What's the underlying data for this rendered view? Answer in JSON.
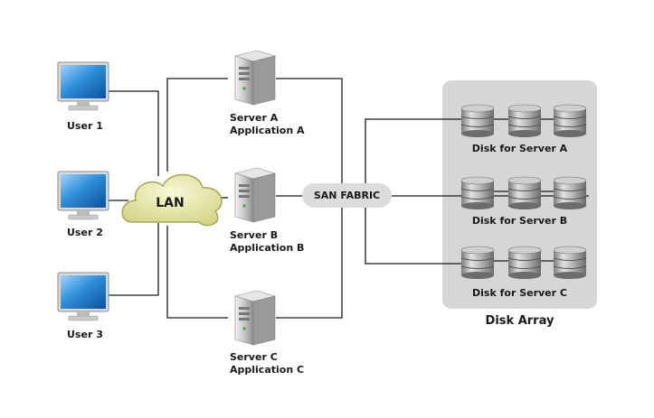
{
  "users": [
    {
      "label": "User 1"
    },
    {
      "label": "User 2"
    },
    {
      "label": "User 3"
    }
  ],
  "lan": {
    "label": "LAN"
  },
  "servers": [
    {
      "line1": "Server A",
      "line2": "Application A"
    },
    {
      "line1": "Server B",
      "line2": "Application B"
    },
    {
      "line1": "Server C",
      "line2": "Application C"
    }
  ],
  "san": {
    "label": "SAN FABRIC"
  },
  "disk_array": {
    "title": "Disk Array",
    "groups": [
      {
        "label": "Disk for Server A"
      },
      {
        "label": "Disk for Server B"
      },
      {
        "label": "Disk for Server C"
      }
    ]
  },
  "colors": {
    "monitor_screen": "#2f8fd8",
    "cloud_fill": "#e6e6a8",
    "array_bg": "#d6d6d6",
    "line": "#1a1a1a"
  }
}
